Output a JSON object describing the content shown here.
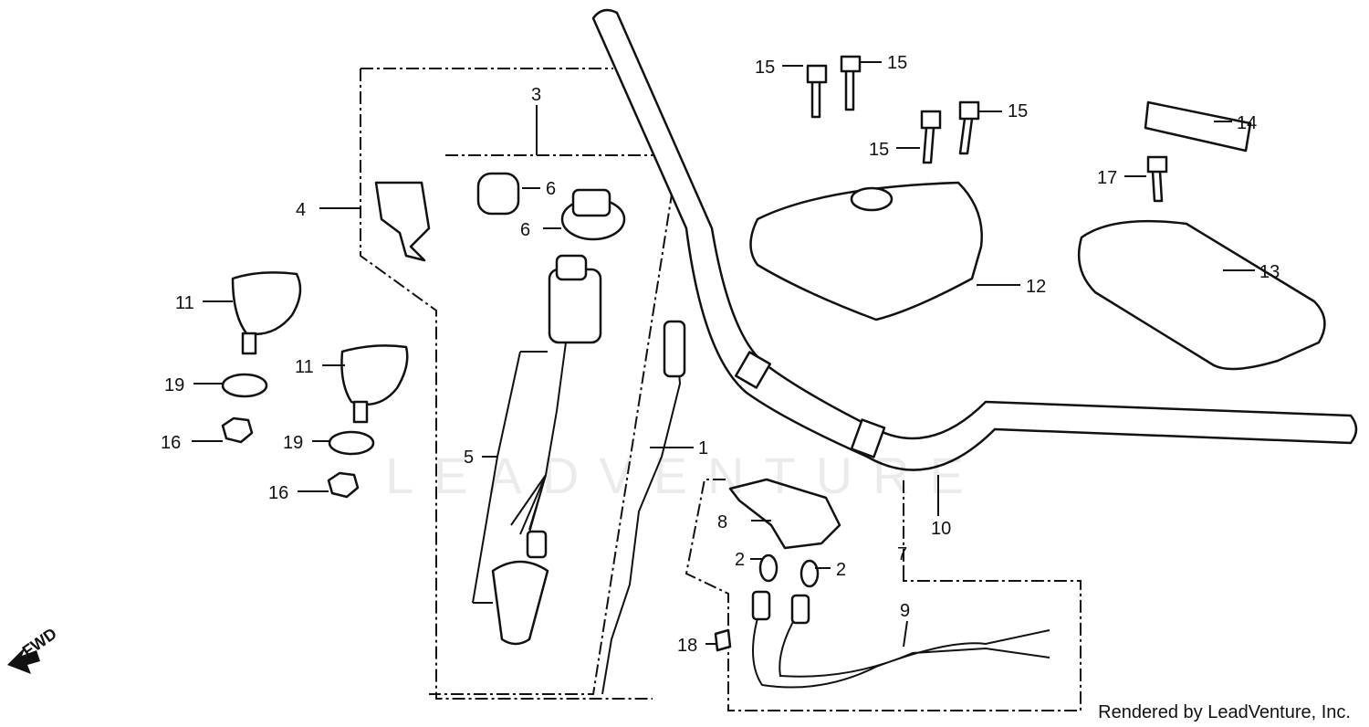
{
  "watermark": "LEADVENTURE",
  "credit": "Rendered by LeadVenture, Inc.",
  "direction_label": "FWD",
  "callouts": [
    "1",
    "2",
    "2",
    "3",
    "4",
    "5",
    "6",
    "6",
    "7",
    "8",
    "9",
    "10",
    "11",
    "11",
    "12",
    "13",
    "14",
    "15",
    "15",
    "15",
    "15",
    "16",
    "16",
    "17",
    "18",
    "19",
    "19"
  ]
}
